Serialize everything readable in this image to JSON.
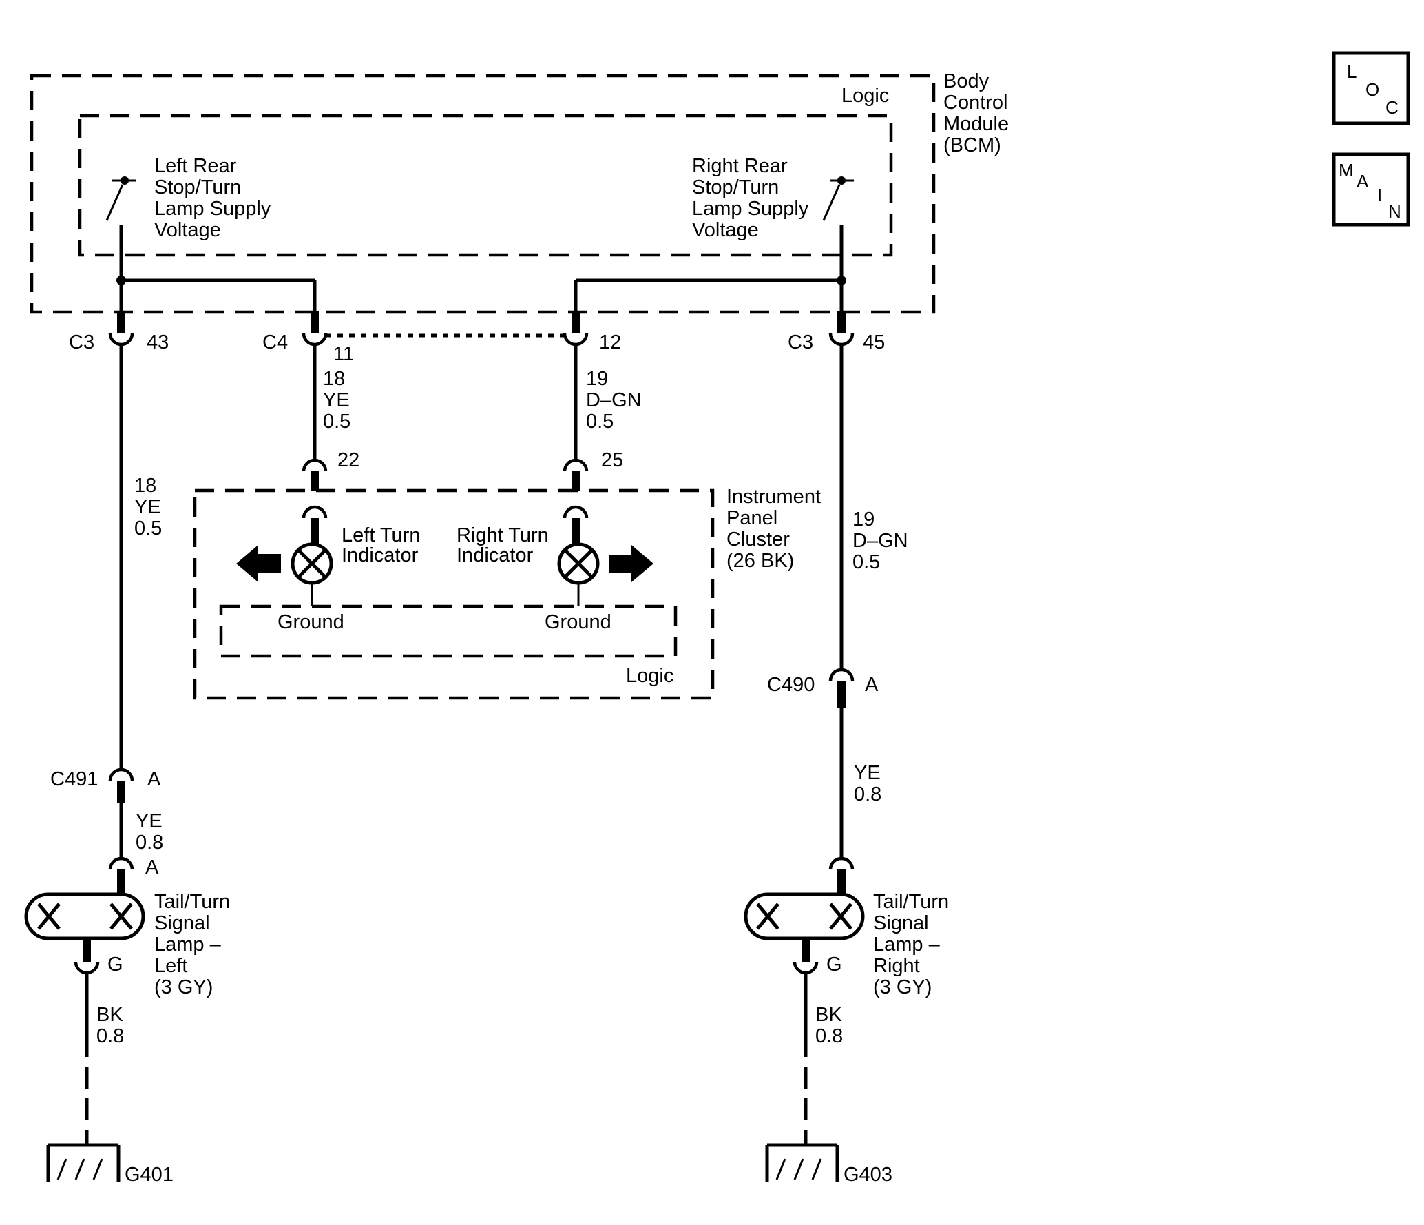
{
  "nav": {
    "loc": [
      "L",
      "O",
      "C"
    ],
    "main": [
      "M",
      "A",
      "I",
      "N"
    ]
  },
  "bcm": {
    "name_lines": [
      "Body",
      "Control",
      "Module",
      "(BCM)"
    ],
    "logic": "Logic",
    "left_supply_lines": [
      "Left Rear",
      "Stop/Turn",
      "Lamp Supply",
      "Voltage"
    ],
    "right_supply_lines": [
      "Right Rear",
      "Stop/Turn",
      "Lamp Supply",
      "Voltage"
    ]
  },
  "connectors": {
    "c3_left": {
      "name": "C3",
      "pin": "43"
    },
    "c4": {
      "name": "C4",
      "pin": "11"
    },
    "pin12": "12",
    "c3_right": {
      "name": "C3",
      "pin": "45"
    },
    "pin22": "22",
    "pin25": "25",
    "c491": {
      "name": "C491",
      "pin": "A"
    },
    "c490": {
      "name": "C490",
      "pin": "A"
    },
    "lamp_left_in": "A",
    "lamp_left_g": "G",
    "lamp_right_g": "G"
  },
  "wires": {
    "c4_out": [
      "18",
      "YE",
      "0.5"
    ],
    "pin12_out": [
      "19",
      "D–GN",
      "0.5"
    ],
    "left_main": [
      "18",
      "YE",
      "0.5"
    ],
    "right_main": [
      "19",
      "D–GN",
      "0.5"
    ],
    "left_lamp": [
      "YE",
      "0.8"
    ],
    "right_lamp": [
      "YE",
      "0.8"
    ],
    "left_ground": [
      "BK",
      "0.8"
    ],
    "right_ground": [
      "BK",
      "0.8"
    ]
  },
  "ipc": {
    "name_lines": [
      "Instrument",
      "Panel",
      "Cluster",
      "(26 BK)"
    ],
    "left_indicator_lines": [
      "Left Turn",
      "Indicator"
    ],
    "right_indicator_lines": [
      "Right Turn",
      "Indicator"
    ],
    "ground_left": "Ground",
    "ground_right": "Ground",
    "logic": "Logic"
  },
  "lamps": {
    "left_lines": [
      "Tail/Turn",
      "Signal",
      "Lamp –",
      "Left",
      "(3 GY)"
    ],
    "right_lines": [
      "Tail/Turn",
      "Signal",
      "Lamp –",
      "Right",
      "(3 GY)"
    ]
  },
  "grounds": {
    "left": "G401",
    "right": "G403"
  }
}
